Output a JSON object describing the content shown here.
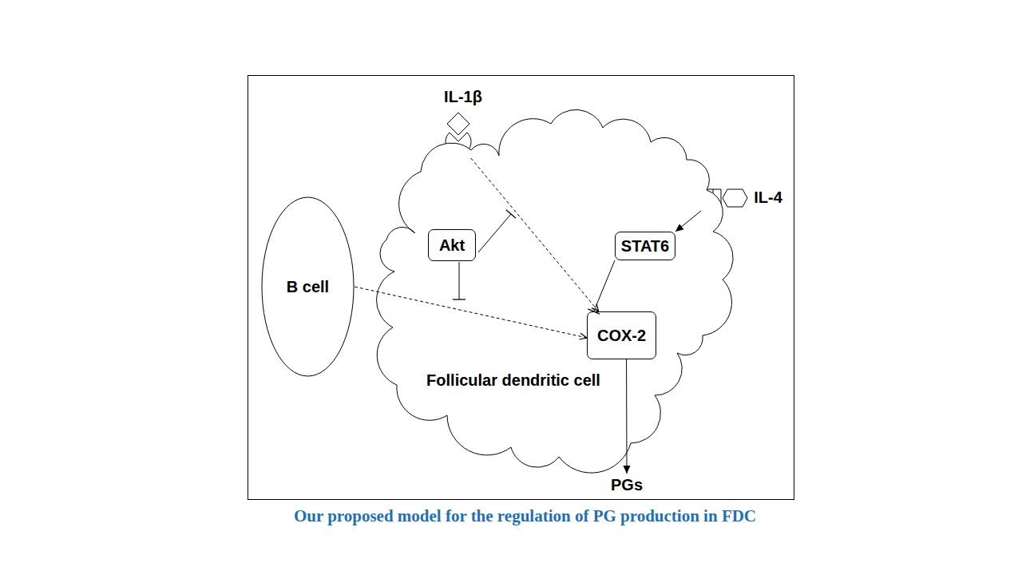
{
  "diagram": {
    "caption": "Our proposed model for the regulation of PG production in FDC",
    "nodes": [
      {
        "text": [
          "IL-1β"
        ]
      },
      {
        "text": [
          "IL-4"
        ]
      },
      {
        "text": [
          "B cell"
        ]
      },
      {
        "text": [
          "Follicular dendritic cell"
        ]
      },
      {
        "text": [
          "Akt"
        ],
        "in": 3
      },
      {
        "text": [
          "STAT6"
        ],
        "in": 3
      },
      {
        "text": [
          "COX-2"
        ],
        "in": 3
      },
      {
        "text": [
          "PGs"
        ]
      }
    ],
    "edges": [
      {
        "from": 1,
        "to": 5,
        "arrow": "to"
      },
      {
        "from": 0,
        "to": 6,
        "arrow": "to"
      },
      {
        "from": 2,
        "to": 6,
        "arrow": "to"
      },
      {
        "from": 5,
        "to": 6,
        "arrow": "to"
      },
      {
        "from": 6,
        "to": 7,
        "arrow": "to"
      }
    ]
  }
}
